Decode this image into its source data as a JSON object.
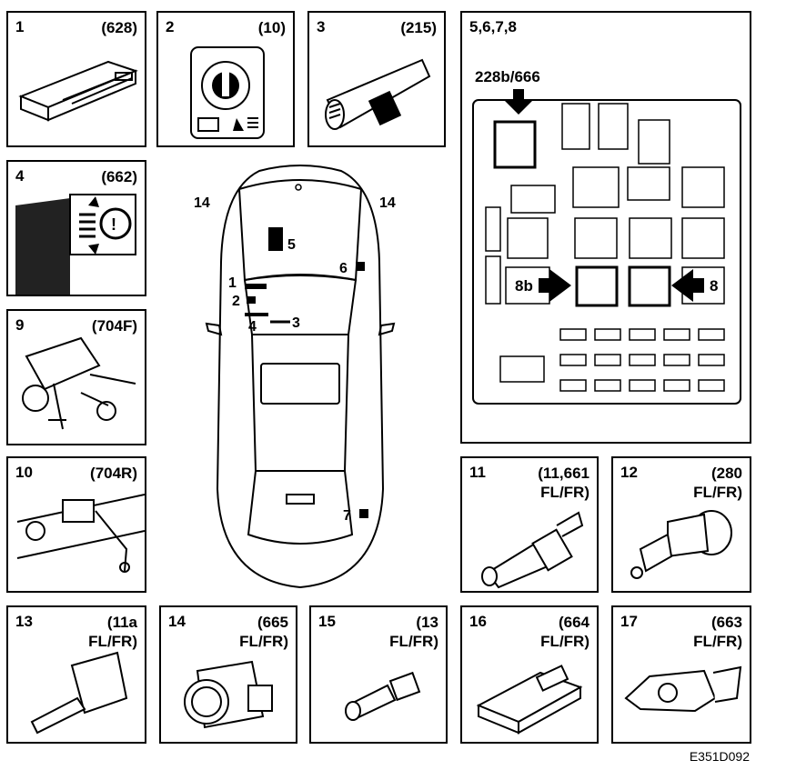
{
  "panels": {
    "p1": {
      "num": "1",
      "code": "(628)"
    },
    "p2": {
      "num": "2",
      "code": "(10)"
    },
    "p3": {
      "num": "3",
      "code": "(215)"
    },
    "p4": {
      "num": "4",
      "code": "(662)"
    },
    "p9": {
      "num": "9",
      "code": "(704F)"
    },
    "p10": {
      "num": "10",
      "code": "(704R)"
    },
    "p11": {
      "num": "11",
      "code1": "(11,661",
      "code2": "FL/FR)"
    },
    "p12": {
      "num": "12",
      "code1": "(280",
      "code2": "FL/FR)"
    },
    "p13": {
      "num": "13",
      "code1": "(11a",
      "code2": "FL/FR)"
    },
    "p14": {
      "num": "14",
      "code1": "(665",
      "code2": "FL/FR)"
    },
    "p15": {
      "num": "15",
      "code1": "(13",
      "code2": "FL/FR)"
    },
    "p16": {
      "num": "16",
      "code1": "(664",
      "code2": "FL/FR)"
    },
    "p17": {
      "num": "17",
      "code1": "(663",
      "code2": "FL/FR)"
    },
    "fusebox": {
      "num": "5,6,7,8",
      "relay_label": "228b/666",
      "arrow_left": "8b",
      "arrow_right": "8"
    }
  },
  "car": {
    "markers": [
      "1",
      "2",
      "3",
      "4",
      "5",
      "6",
      "7"
    ],
    "label_14_left": "14",
    "label_14_right": "14"
  },
  "figure_ref": "E351D092"
}
